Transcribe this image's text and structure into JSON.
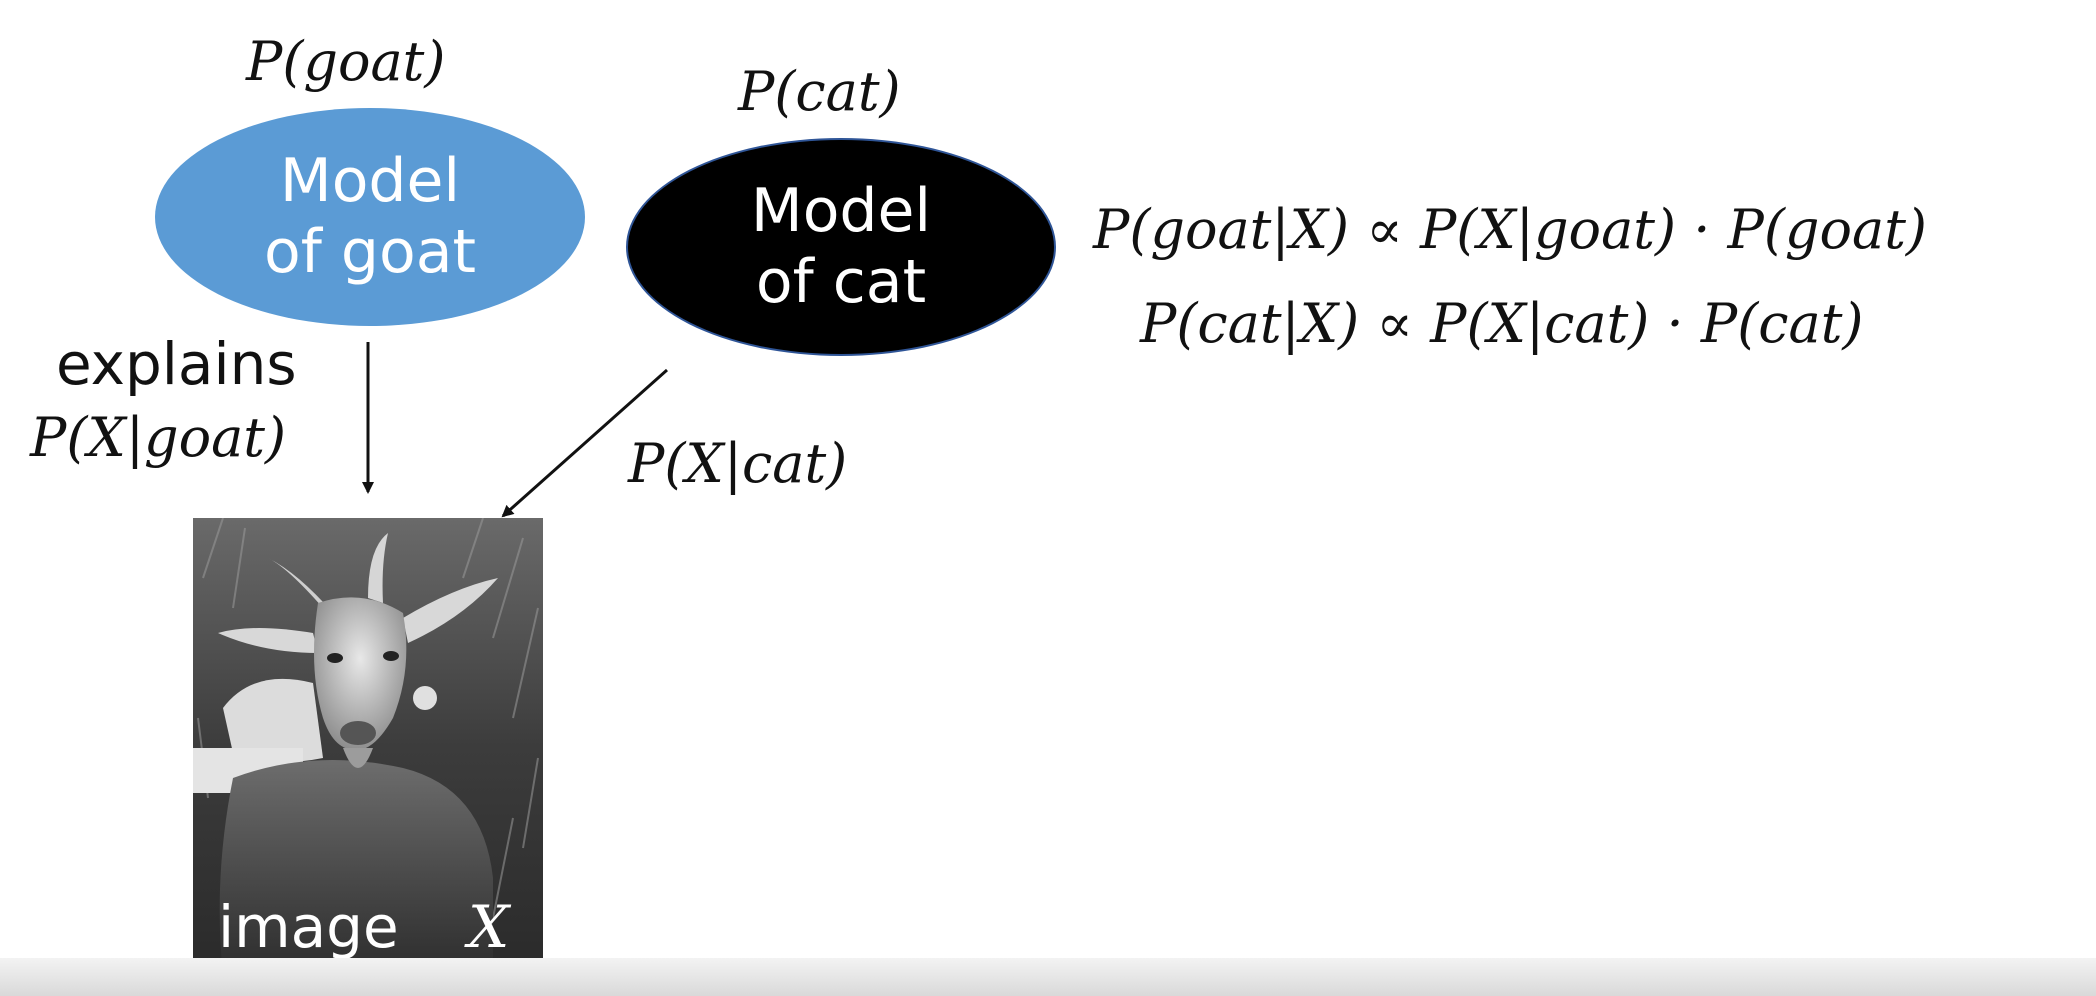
{
  "goat_prior": "P(goat)",
  "cat_prior": "P(cat)",
  "goat_model": "Model\nof goat",
  "cat_model": "Model\nof cat",
  "explains": "explains",
  "goat_likelihood": "P(X|goat)",
  "cat_likelihood": "P(X|cat)",
  "equations": [
    "P(goat|X) ∝ P(X|goat) · P(goat)",
    "P(cat|X) ∝ P(X|cat) · P(cat)"
  ],
  "image_label": "image",
  "image_var": "X",
  "colors": {
    "goat_model_fill": "#5b9bd5",
    "cat_model_fill": "#000000"
  },
  "image_subject": "goat-photo-grayscale"
}
